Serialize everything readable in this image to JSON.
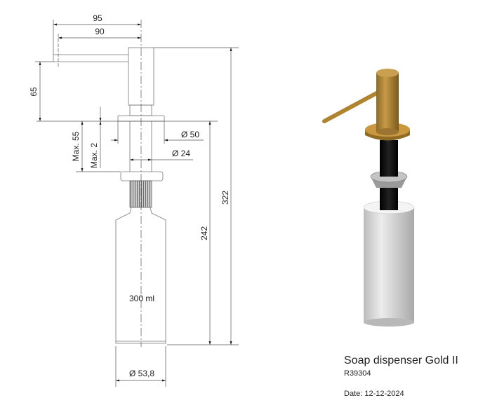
{
  "drawing": {
    "dimensions": {
      "spout_reach_total": "95",
      "spout_reach": "90",
      "spout_height": "65",
      "max_thickness": "Max. 55",
      "max_gap": "Max. 2",
      "flange_diameter": "Ø 50",
      "stem_diameter": "Ø 24",
      "bottle_length": "242",
      "total_height": "322",
      "bottle_diameter": "Ø 53,8"
    },
    "bottle_volume": "300 ml"
  },
  "product": {
    "name": "Soap dispenser Gold II",
    "code": "R39304",
    "date": "Date: 12-12-2024"
  },
  "colors": {
    "gold": "#b8903a",
    "stem": "#0a0a0a",
    "bottle": "#d4d4d4"
  }
}
